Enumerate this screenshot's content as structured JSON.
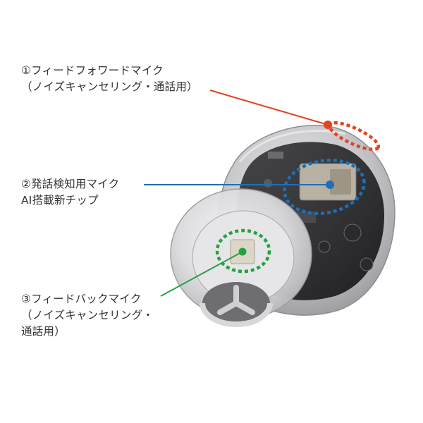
{
  "callouts": [
    {
      "line1": "①フィードフォワードマイク",
      "line2": "（ノイズキャンセリング・通話用）",
      "color": "#e2441d"
    },
    {
      "line1": "②発話検知用マイク",
      "line2": "AI搭載新チップ",
      "color": "#1f6fb5"
    },
    {
      "line1": "③フィードバックマイク",
      "line2": "（ノイズキャンセリング・",
      "line3": "通話用）",
      "color": "#23a341"
    }
  ]
}
